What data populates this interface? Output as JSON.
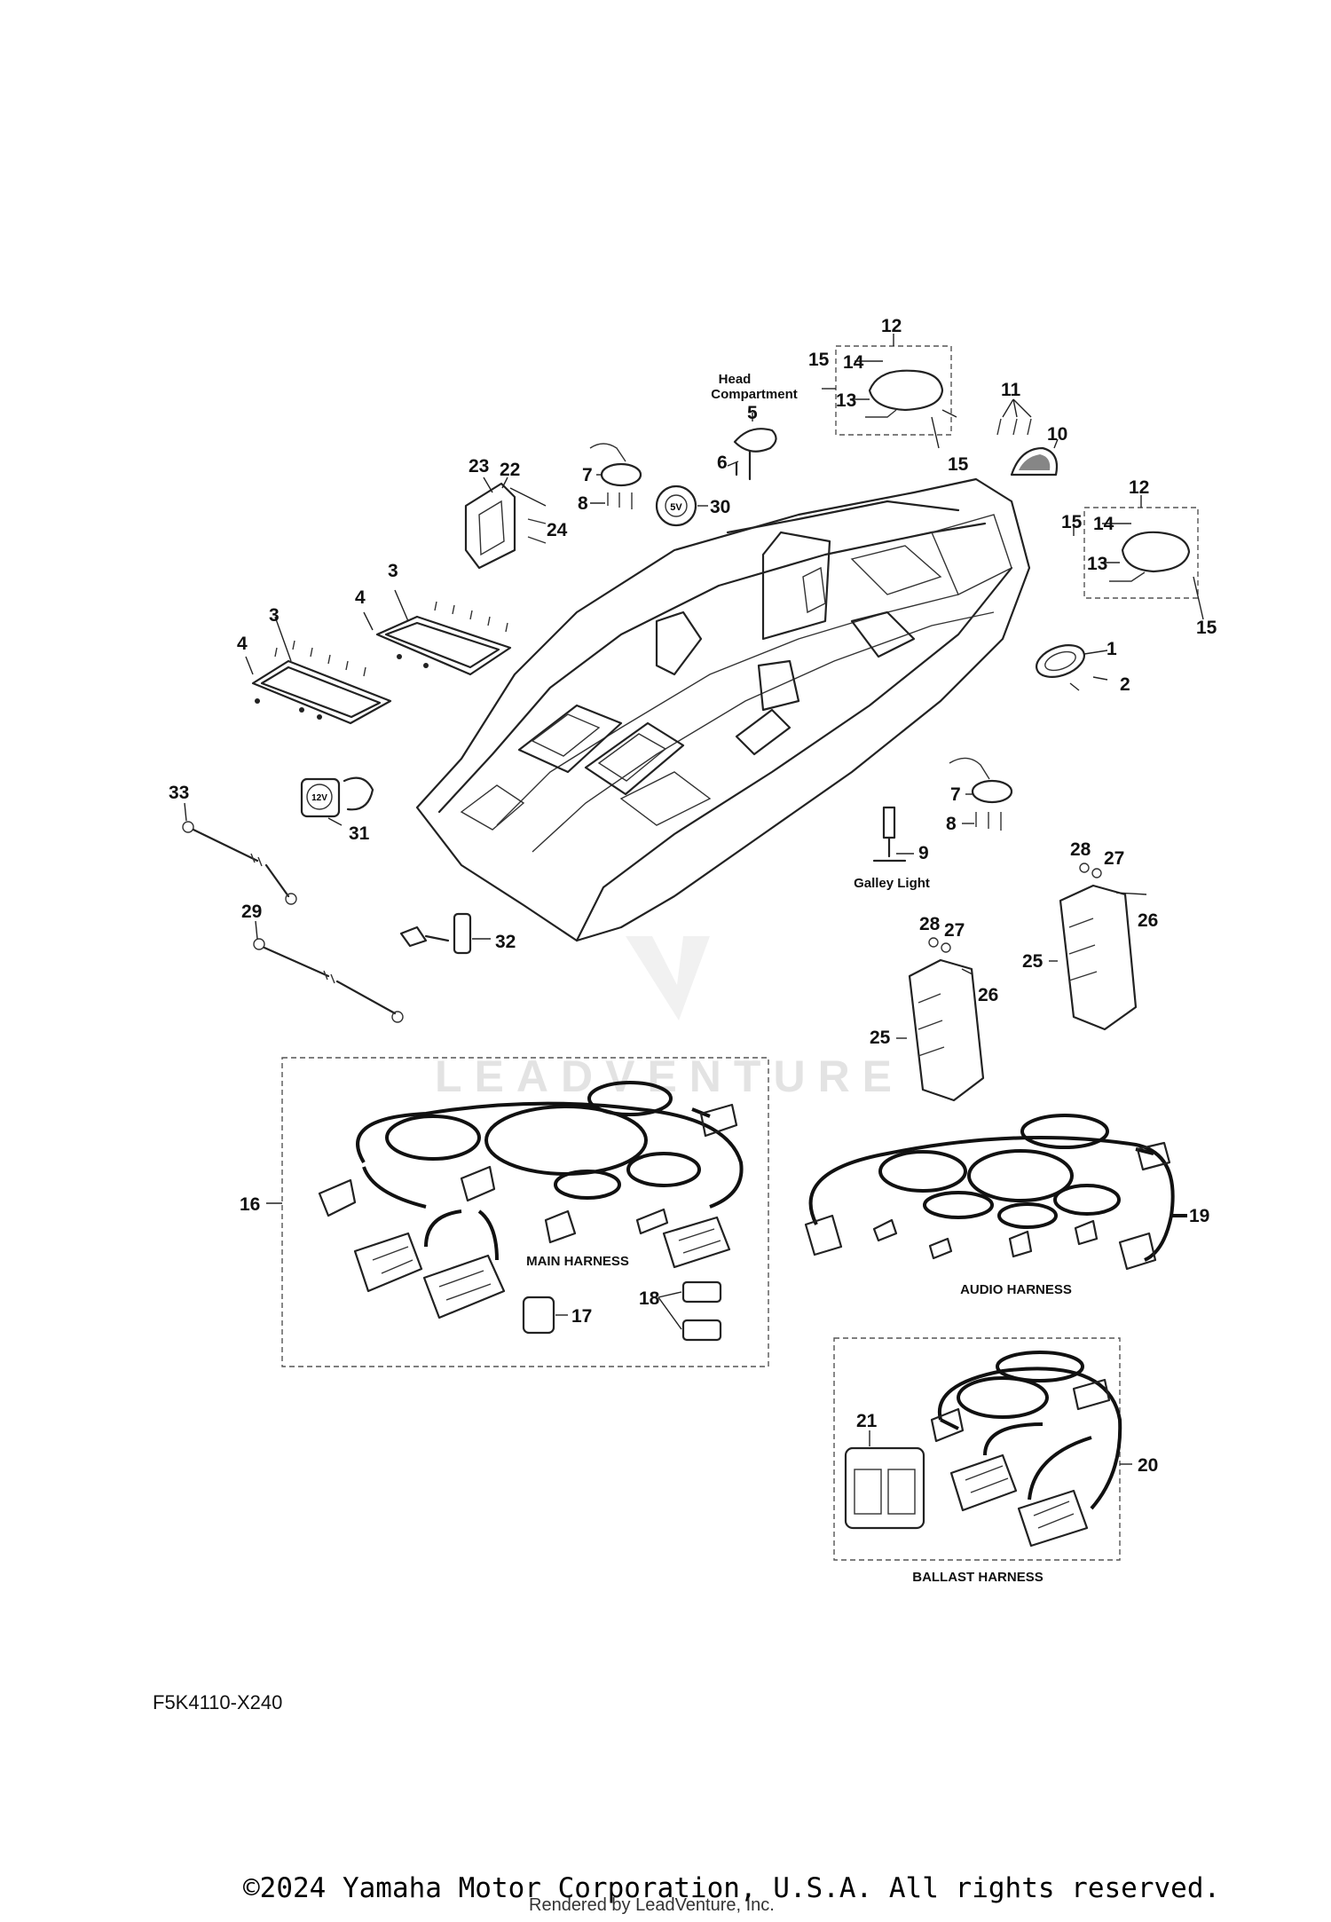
{
  "diagram": {
    "code": "F5K4110-X240",
    "copyright": "©2024 Yamaha Motor Corporation, U.S.A. All rights reserved.",
    "rendered_by": "Rendered by LeadVenture, Inc.",
    "watermark": "LEADVENTURE",
    "callouts": [
      "1",
      "2",
      "3",
      "3",
      "4",
      "4",
      "5",
      "6",
      "7",
      "7",
      "8",
      "8",
      "9",
      "10",
      "11",
      "12",
      "12",
      "13",
      "13",
      "14",
      "14",
      "15",
      "15",
      "15",
      "15",
      "16",
      "17",
      "18",
      "19",
      "20",
      "21",
      "22",
      "23",
      "24",
      "25",
      "25",
      "26",
      "26",
      "27",
      "27",
      "28",
      "28",
      "29",
      "30",
      "31",
      "32",
      "33"
    ],
    "labels": {
      "head_compartment_1": "Head",
      "head_compartment_2": "Compartment",
      "galley_light": "Galley Light",
      "main_harness": "MAIN HARNESS",
      "audio_harness": "AUDIO HARNESS",
      "ballast_harness": "BALLAST HARNESS",
      "usb_label": "5V",
      "socket_label": "12V"
    }
  }
}
